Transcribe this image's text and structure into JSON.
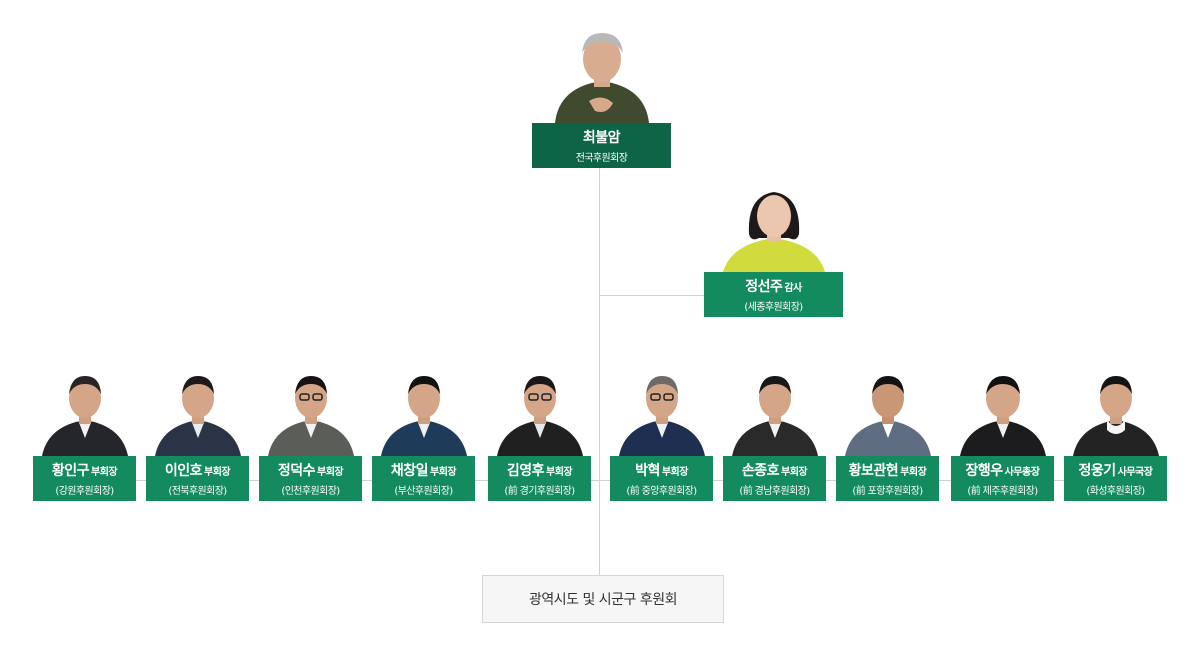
{
  "chairman": {
    "name": "최불암",
    "role": "",
    "affil": "전국후원회장",
    "icon": "person-photo-icon"
  },
  "auditor": {
    "name": "정선주",
    "role": "감사",
    "affil": "(세종후원회장)",
    "icon": "person-photo-icon"
  },
  "members": [
    {
      "name": "황인구",
      "role": "부회장",
      "affil": "(강원후원회장)"
    },
    {
      "name": "이인호",
      "role": "부회장",
      "affil": "(전북후원회장)"
    },
    {
      "name": "정덕수",
      "role": "부회장",
      "affil": "(인천후원회장)"
    },
    {
      "name": "채창일",
      "role": "부회장",
      "affil": "(부산후원회장)"
    },
    {
      "name": "김영후",
      "role": "부회장",
      "affil": "(前 경기후원회장)"
    },
    {
      "name": "박혁",
      "role": "부회장",
      "affil": "(前 중앙후원회장)"
    },
    {
      "name": "손종호",
      "role": "부회장",
      "affil": "(前 경남후원회장)"
    },
    {
      "name": "황보관현",
      "role": "부회장",
      "affil": "(前 포항후원회장)"
    },
    {
      "name": "장행우",
      "role": "사무총장",
      "affil": "(前 제주후원회장)"
    },
    {
      "name": "정웅기",
      "role": "사무국장",
      "affil": "(화성후원회장)"
    }
  ],
  "association": {
    "label": "광역시도 및 시군구 후원회"
  },
  "colors": {
    "label_green": "#138b5f",
    "chairman_green": "#0e6446",
    "connector": "#d0d0d0",
    "association_bg": "#f6f6f6"
  }
}
